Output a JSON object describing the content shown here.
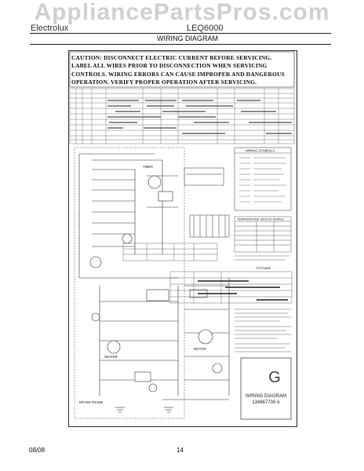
{
  "watermark": "AppliancePartsPros.com",
  "header": {
    "brand": "Electrolux",
    "model": "LEQ6000",
    "title": "WIRING DIAGRAM"
  },
  "caution": {
    "text": "CAUTION: DISCONNECT ELECTRIC CURRENT BEFORE SERVICING. LABEL ALL WIRES PRIOR TO DISCONNECTION WHEN SERVICING CONTROLS. WIRING ERRORS CAN CAUSE IMPROPER AND DANGEROUS OPERATION. VERIFY PROPER OPERATION AFTER SERVICING."
  },
  "diagram": {
    "legend_title": "WIRING SYMBOLS",
    "table_title": "TEMPERATURE SWITCH SERIES",
    "letter": "G",
    "caption": "WIRING DIAGRAM",
    "part_number": "134867700 A",
    "dryer_frame_label": "DRYER FRAME",
    "motor_label": "MOTOR",
    "heater_label": "HEATER",
    "timer_label": "TIMER",
    "cycles_label": "CYCLES"
  },
  "footer": {
    "date": "08/08",
    "page": "14"
  }
}
